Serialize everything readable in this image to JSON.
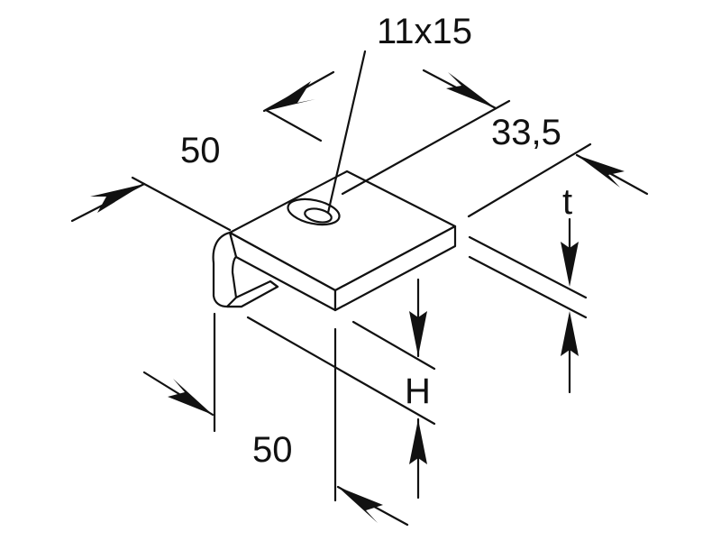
{
  "labels": {
    "hole_size": "11x15",
    "width_top": "50",
    "depth": "33,5",
    "thickness": "t",
    "height": "H",
    "width_bottom": "50"
  },
  "colors": {
    "line": "#111111",
    "background": "#ffffff",
    "fill": "#ffffff"
  }
}
